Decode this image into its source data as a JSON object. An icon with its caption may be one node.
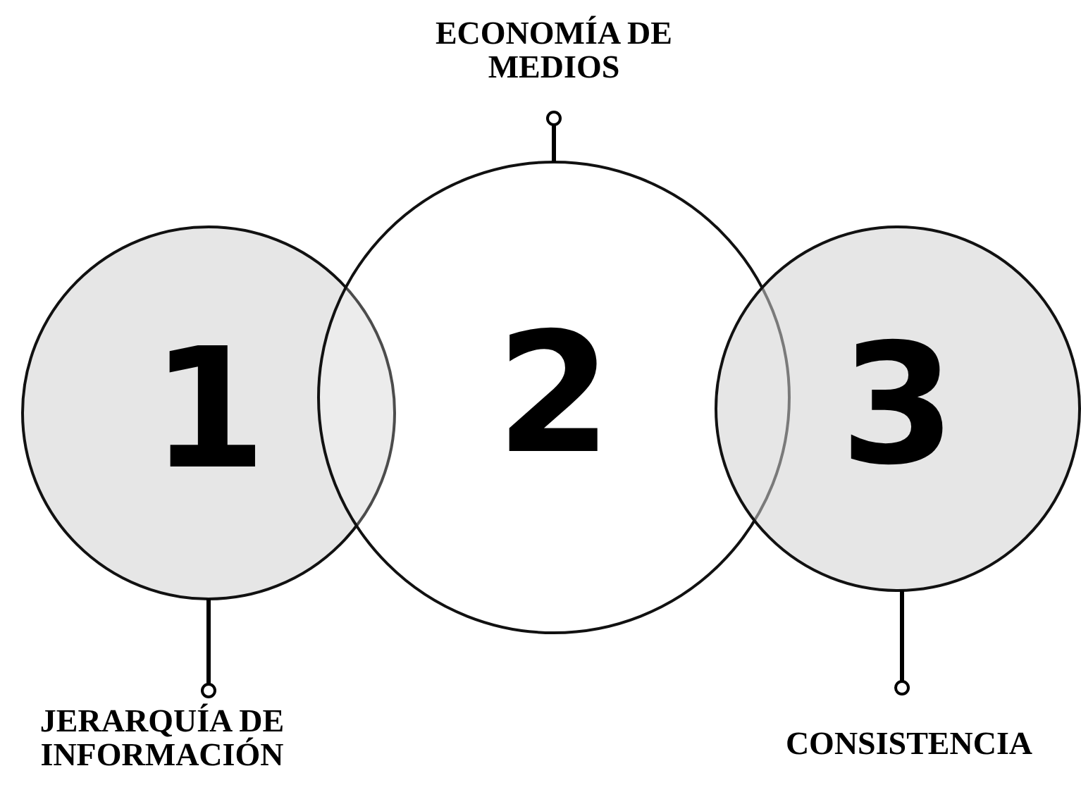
{
  "diagram": {
    "nodes": [
      {
        "text": [
          "ECONOMÍA DE MEDIOS"
        ]
      },
      {
        "text": [
          "1"
        ]
      },
      {
        "text": [
          "2"
        ]
      },
      {
        "text": [
          "3"
        ]
      },
      {
        "text": [
          "JERARQUÍA DE INFORMACIÓN"
        ]
      },
      {
        "text": [
          "CONSISTENCIA"
        ]
      }
    ],
    "edges": [
      {
        "from": 0,
        "to": 2,
        "arrow": "other"
      },
      {
        "from": 4,
        "to": 1,
        "arrow": "other"
      },
      {
        "from": 5,
        "to": 3,
        "arrow": "other"
      }
    ]
  }
}
